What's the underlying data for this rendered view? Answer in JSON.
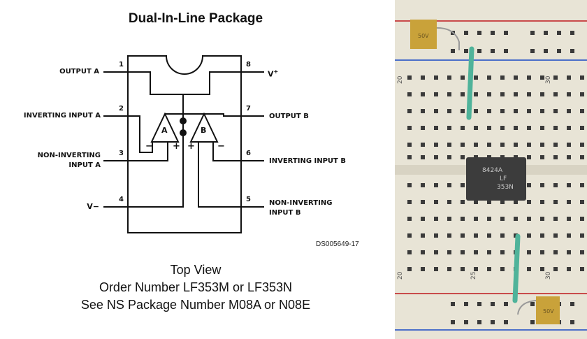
{
  "diagram": {
    "title": "Dual-In-Line Package",
    "pins": {
      "p1": "1",
      "p2": "2",
      "p3": "3",
      "p4": "4",
      "p5": "5",
      "p6": "6",
      "p7": "7",
      "p8": "8"
    },
    "labels": {
      "output_a": "OUTPUT A",
      "inverting_input_a": "INVERTING INPUT A",
      "non_inverting_a_line1": "NON-INVERTING",
      "non_inverting_a_line2": "INPUT A",
      "v_minus": "V−",
      "v_plus": "V",
      "v_plus_sup": "+",
      "output_b": "OUTPUT B",
      "inverting_input_b": "INVERTING INPUT B",
      "non_inverting_b_line1": "NON-INVERTING",
      "non_inverting_b_line2": "INPUT B"
    },
    "opamp_a": "A",
    "opamp_b": "B",
    "minus_sign": "−",
    "plus_sign": "+",
    "doc_code": "DS005649-17",
    "footer": {
      "line1": "Top View",
      "line2": "Order Number LF353M or LF353N",
      "line3": "See NS Package Number M08A or N08E"
    }
  },
  "photo": {
    "chip_text_line1": "8424A",
    "chip_text_line2": "LF",
    "chip_text_line3": "353N",
    "row_numbers": [
      "20",
      "30",
      "20",
      "25",
      "30"
    ],
    "capacitor_top_text": "50V",
    "capacitor_bottom_text": "50V",
    "colors": {
      "board": "#e8e4d6",
      "hole": "#3a3a3a",
      "red_rail": "#c94b4b",
      "blue_rail": "#4b6fc9",
      "chip": "#3c3c3c",
      "wire": "#4fb39a",
      "capacitor": "#c9a23a"
    }
  }
}
